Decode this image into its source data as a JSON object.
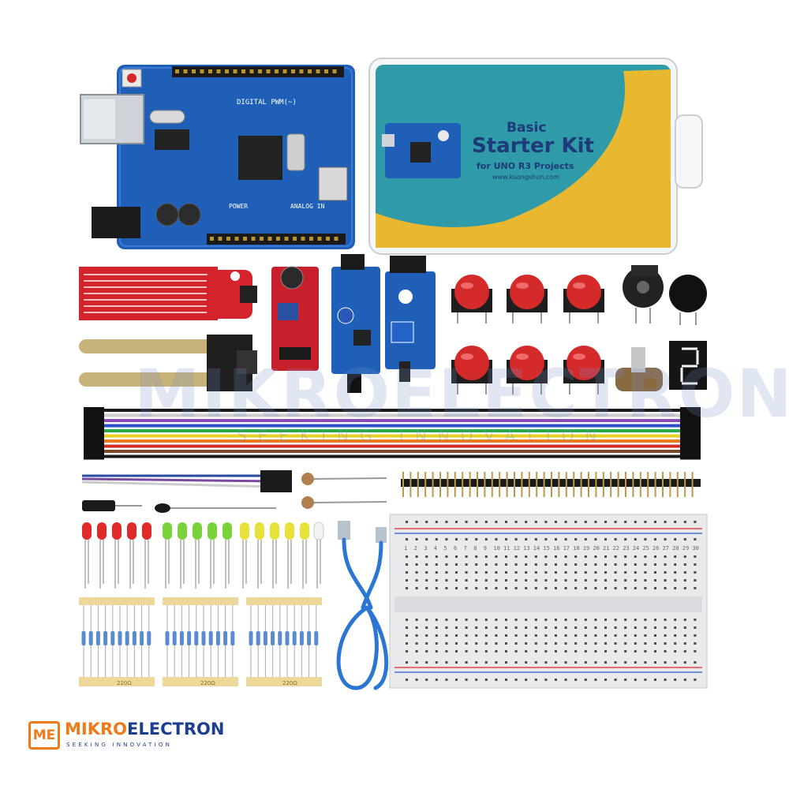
{
  "watermark": {
    "title": "MIKROELECTRON",
    "subtitle": "SEEKING INNOVATION"
  },
  "logo": {
    "badge": "ME",
    "name_part1": "MIKRO",
    "name_part2": "ELECTRON",
    "tagline": "SEEKING INNOVATION"
  },
  "kit_box": {
    "line1": "Basic",
    "line2": "Starter Kit",
    "line3": "for UNO R3 Projects",
    "url": "www.kuongshun.com"
  },
  "board": {
    "header_digital": "DIGITAL PWM(~)",
    "header_power": "POWER",
    "header_analog": "ANALOG IN"
  },
  "resistor_labels": [
    "220Ω",
    "220Ω",
    "220Ω"
  ],
  "breadboard": {
    "columns": [
      "1",
      "2",
      "3",
      "4",
      "5",
      "6",
      "7",
      "8",
      "9",
      "10",
      "11",
      "12",
      "13",
      "14",
      "15",
      "16",
      "17",
      "18",
      "19",
      "20",
      "21",
      "22",
      "23",
      "24",
      "25",
      "26",
      "27",
      "28",
      "29",
      "30"
    ]
  },
  "colors": {
    "board_blue": "#1f5fb8",
    "kit_teal": "#2f9aa8",
    "kit_yellow": "#e8b830",
    "button_red": "#d42a2a",
    "sensor_red": "#c8202a",
    "brand_orange": "#f07a1a",
    "brand_navy": "#1d3d8f"
  }
}
